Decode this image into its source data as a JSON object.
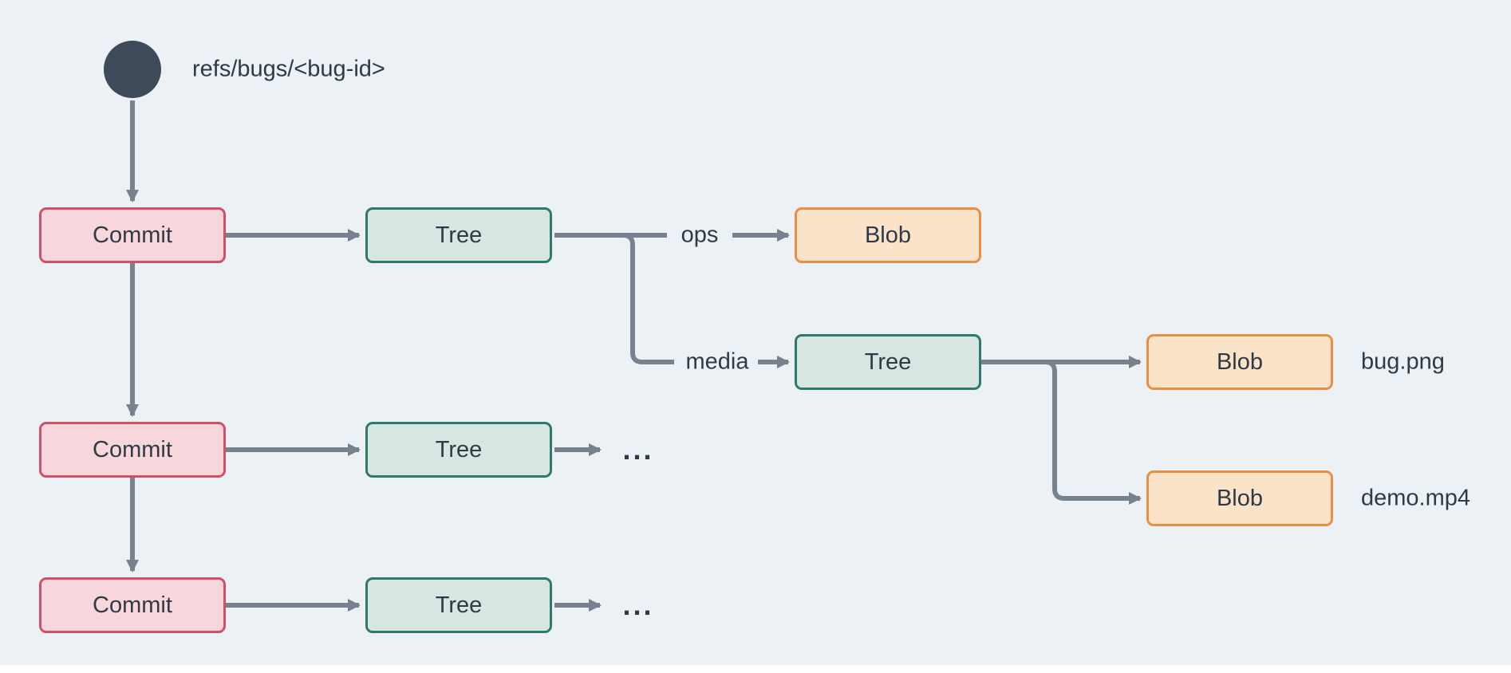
{
  "colors": {
    "bg": "#ecf1f6",
    "arrow": "#76838f",
    "text": "#2f3a45",
    "ref_dot": "#3e4a59",
    "commit_fill": "#f8d7dc",
    "commit_border": "#d15068",
    "tree_fill": "#d7e6e0",
    "tree_border": "#2c7a67",
    "blob_fill": "#fbe3ca",
    "blob_border": "#e88f45"
  },
  "ref": {
    "label": "refs/bugs/<bug-id>"
  },
  "nodes": {
    "commit1": {
      "label": "Commit"
    },
    "commit2": {
      "label": "Commit"
    },
    "commit3": {
      "label": "Commit"
    },
    "tree1": {
      "label": "Tree"
    },
    "tree2": {
      "label": "Tree"
    },
    "tree3": {
      "label": "Tree"
    },
    "tree4": {
      "label": "Tree"
    },
    "blob_ops": {
      "label": "Blob"
    },
    "blob_bug": {
      "label": "Blob",
      "file": "bug.png"
    },
    "blob_demo": {
      "label": "Blob",
      "file": "demo.mp4"
    }
  },
  "edge_labels": {
    "ops": "ops",
    "media": "media"
  },
  "ellipsis": {
    "tree3": "...",
    "tree4": "..."
  }
}
